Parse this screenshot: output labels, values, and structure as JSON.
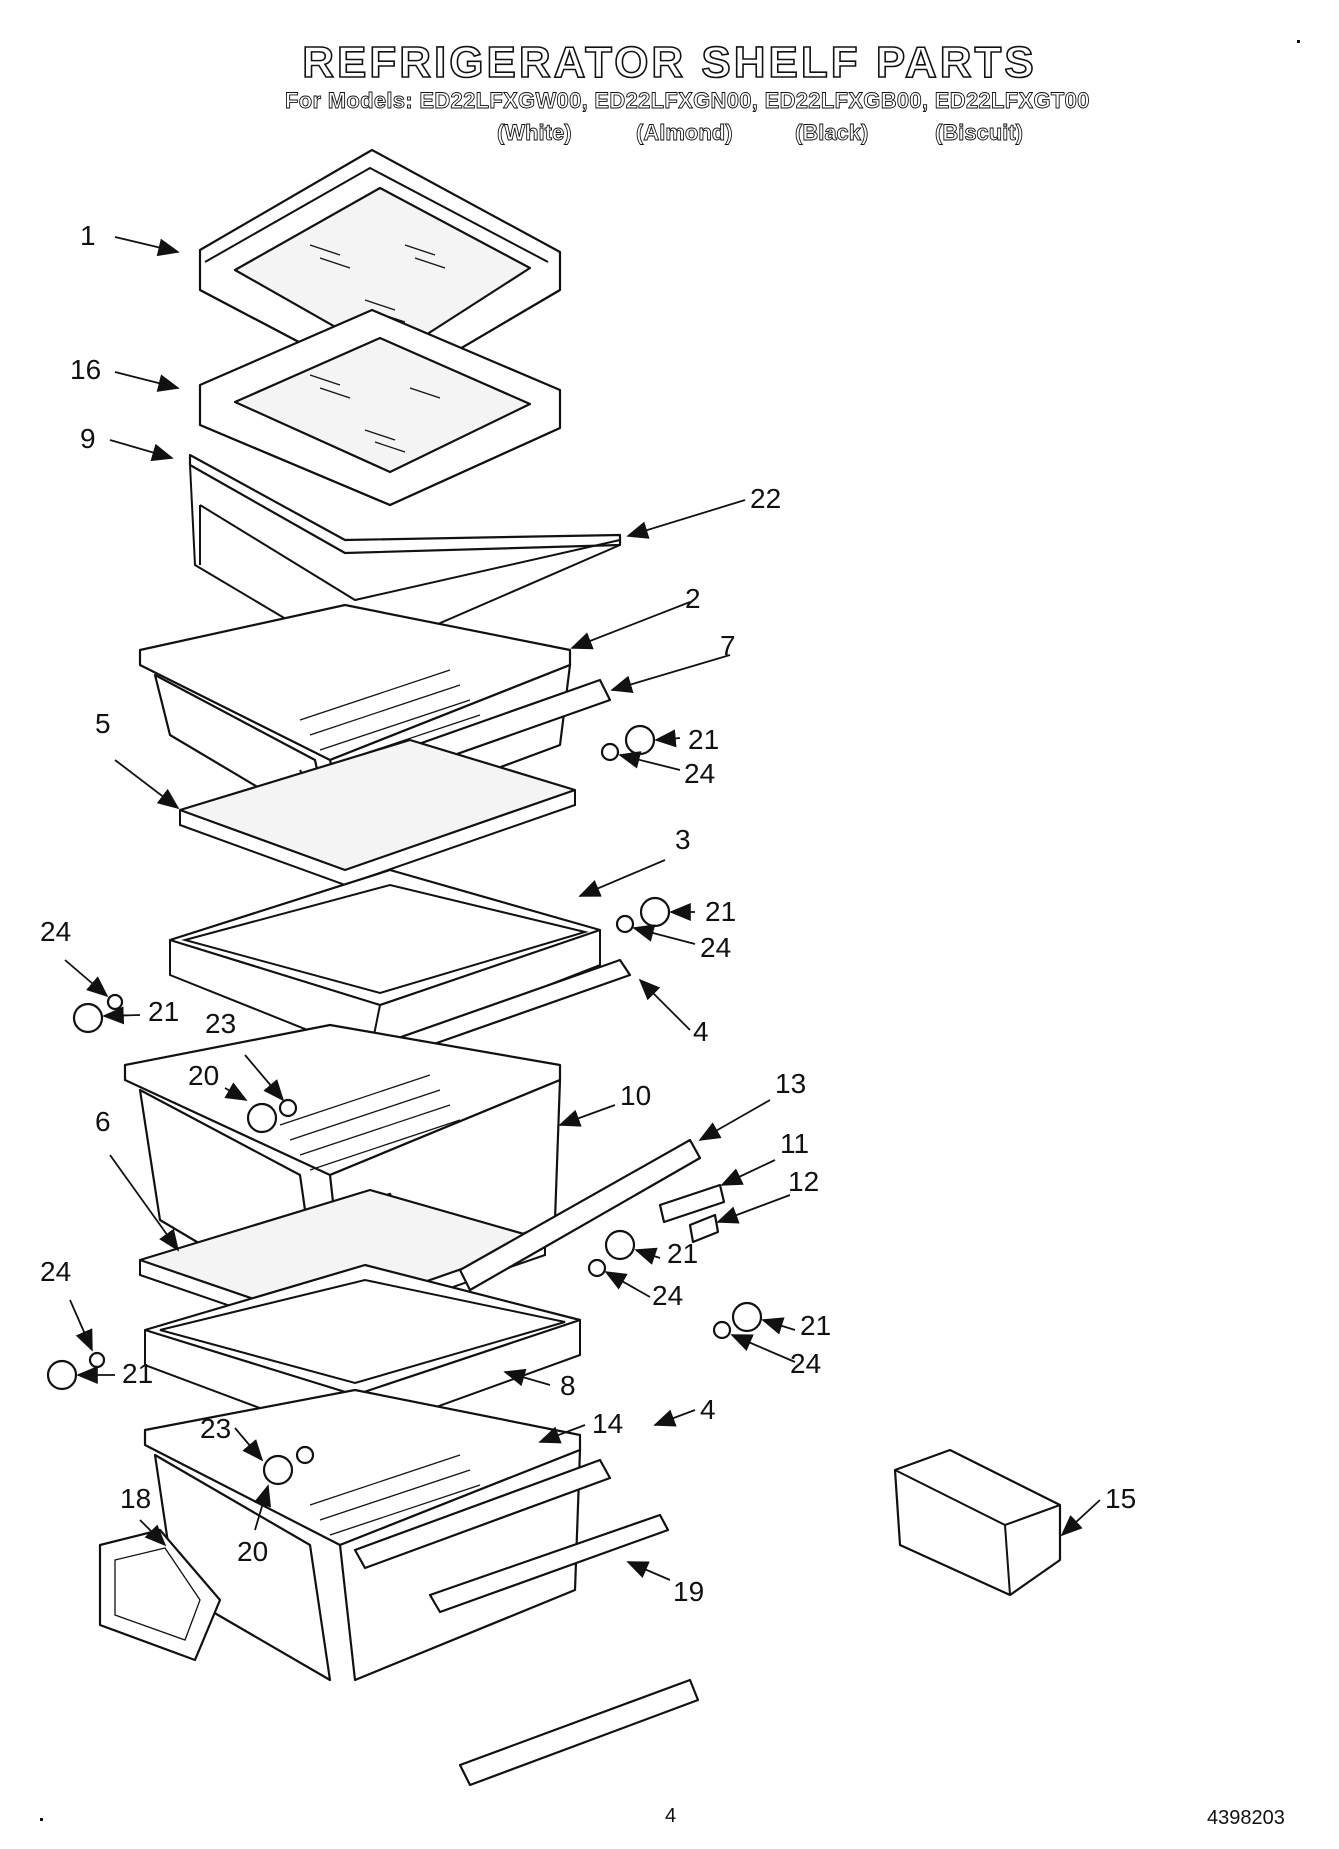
{
  "header": {
    "title": "REFRIGERATOR SHELF PARTS",
    "models": "For Models: ED22LFXGW00, ED22LFXGN00, ED22LFXGB00, ED22LFXGT00",
    "colors": [
      "(White)",
      "(Almond)",
      "(Black)",
      "(Biscuit)"
    ]
  },
  "callouts": {
    "c1": "1",
    "c16": "16",
    "c9": "9",
    "c22": "22",
    "c2": "2",
    "c7": "7",
    "c21a": "21",
    "c24a": "24",
    "c5": "5",
    "c3": "3",
    "c21b": "21",
    "c24b": "24",
    "c24c": "24",
    "c21c": "21",
    "c4a": "4",
    "c23a": "23",
    "c20a": "20",
    "c10": "10",
    "c13": "13",
    "c6": "6",
    "c11": "11",
    "c12": "12",
    "c21d": "21",
    "c24d": "24",
    "c24e": "24",
    "c21e": "21",
    "c24f": "24",
    "c21f": "21",
    "c8": "8",
    "c14": "14",
    "c4b": "4",
    "c23b": "23",
    "c18": "18",
    "c20b": "20",
    "c15": "15",
    "c19": "19"
  },
  "footer": {
    "page_number": "4",
    "document_number": "4398203"
  }
}
